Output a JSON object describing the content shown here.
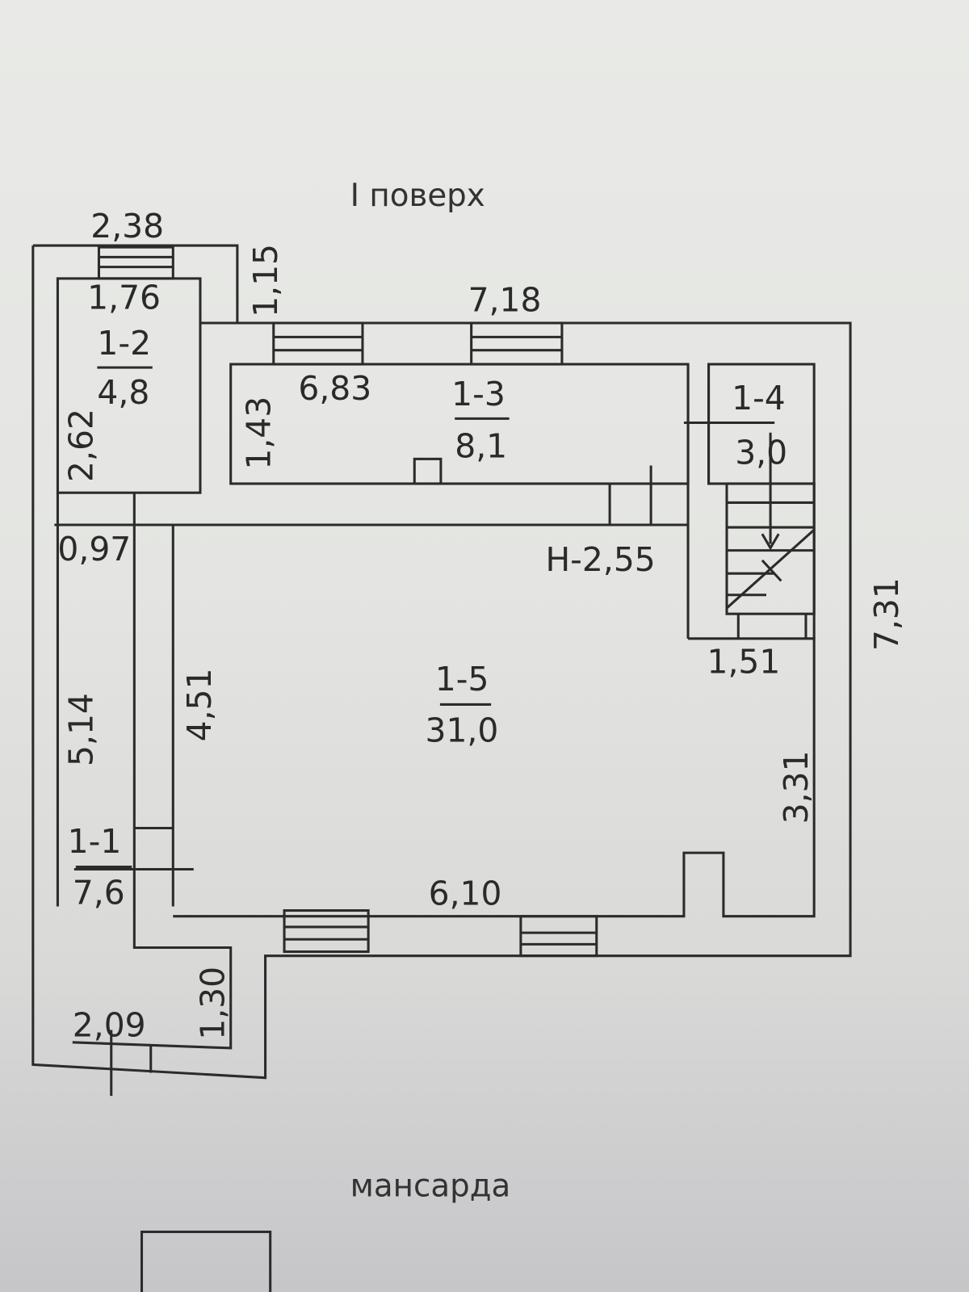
{
  "floor_title": "I поверх",
  "attic_title": "мансарда",
  "rooms": [
    {
      "id": "1-1",
      "area": "7,6"
    },
    {
      "id": "1-2",
      "area": "4,8"
    },
    {
      "id": "1-3",
      "area": "8,1"
    },
    {
      "id": "1-4",
      "area": "3,0"
    },
    {
      "id": "1-5",
      "area": "31,0"
    }
  ],
  "dimensions": {
    "d238": "2,38",
    "d115": "1,15",
    "d718": "7,18",
    "d176": "1,76",
    "d683": "6,83",
    "d262": "2,62",
    "d143": "1,43",
    "d097": "0,97",
    "height": "Н-2,55",
    "d731": "7,31",
    "d151": "1,51",
    "d451": "4,51",
    "d514": "5,14",
    "d331": "3,31",
    "d610": "6,10",
    "d130": "1,30",
    "d209": "2,09"
  }
}
